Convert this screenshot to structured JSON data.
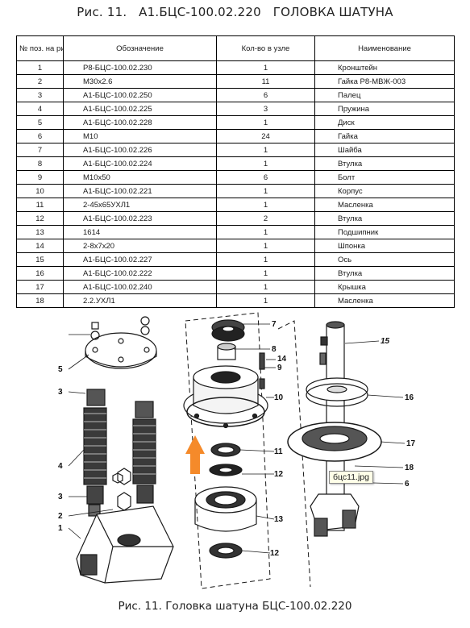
{
  "title": "Рис. 11.   А1.БЦС-100.02.220   ГОЛОВКА ШАТУНА",
  "table": {
    "headers": [
      "№ поз. на рис.",
      "Обозначение",
      "Кол-во в узле",
      "Наименование"
    ],
    "rows": [
      [
        "1",
        "Р8-БЦС-100.02.230",
        "1",
        "Кронштейн"
      ],
      [
        "2",
        "М30х2.6",
        "11",
        "Гайка Р8-МВЖ-003"
      ],
      [
        "3",
        "А1-БЦС-100.02.250",
        "6",
        "Палец"
      ],
      [
        "4",
        "А1-БЦС-100.02.225",
        "3",
        "Пружина"
      ],
      [
        "5",
        "А1-БЦС-100.02.228",
        "1",
        "Диск"
      ],
      [
        "6",
        "М10",
        "24",
        "Гайка"
      ],
      [
        "7",
        "А1-БЦС-100.02.226",
        "1",
        "Шайба"
      ],
      [
        "8",
        "А1-БЦС-100.02.224",
        "1",
        "Втулка"
      ],
      [
        "9",
        "М10х50",
        "6",
        "Болт"
      ],
      [
        "10",
        "А1-БЦС-100.02.221",
        "1",
        "Корпус"
      ],
      [
        "11",
        "2-45х65УХЛ1",
        "1",
        "Масленка"
      ],
      [
        "12",
        "А1-БЦС-100.02.223",
        "2",
        "Втулка"
      ],
      [
        "13",
        "1614",
        "1",
        "Подшипник"
      ],
      [
        "14",
        "2-8х7х20",
        "1",
        "Шпонка"
      ],
      [
        "15",
        "А1-БЦС-100.02.227",
        "1",
        "Ось"
      ],
      [
        "16",
        "А1-БЦС-100.02.222",
        "1",
        "Втулка"
      ],
      [
        "17",
        "А1-БЦС-100.02.240",
        "1",
        "Крышка"
      ],
      [
        "18",
        "2.2.УХЛ1",
        "1",
        "Масленка"
      ]
    ]
  },
  "drawing": {
    "callouts": [
      "1",
      "2",
      "3",
      "4",
      "3",
      "5",
      "7",
      "8",
      "14",
      "9",
      "10",
      "11",
      "12",
      "13",
      "12",
      "15",
      "16",
      "17",
      "18",
      "6"
    ]
  },
  "tooltip": "бцс11.jpg",
  "caption": "Рис. 11. Головка шатуна БЦС-100.02.220",
  "colors": {
    "arrow": "#f58a2a",
    "line": "#1a1a1a"
  }
}
